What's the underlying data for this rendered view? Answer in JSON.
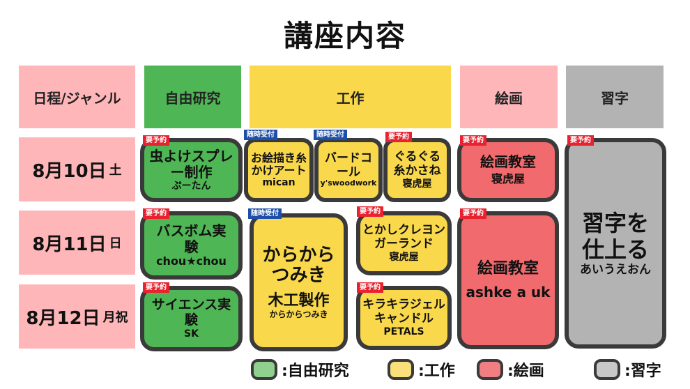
{
  "title": "講座内容",
  "headers": {
    "schedule": "日程/ジャンル",
    "free_research": "自由研究",
    "craft": "工作",
    "painting": "絵画",
    "calligraphy": "習字"
  },
  "rows": {
    "aug10": {
      "date": "8月10日",
      "dow": "土"
    },
    "aug11": {
      "date": "8月11日",
      "dow": "日"
    },
    "aug12": {
      "date": "8月12日",
      "dow": "月祝"
    }
  },
  "badges": {
    "reserve": "要予約",
    "walkin": "随時受付"
  },
  "classes": {
    "bug_spray": {
      "title": "虫よけスプレー制作",
      "sub": "ぷーたん"
    },
    "ehon": {
      "title": "お絵描き糸かけアート",
      "sub": "mican"
    },
    "birdcall": {
      "title": "バードコール",
      "sub": "y'swoodwork"
    },
    "guruguru": {
      "title": "ぐるぐる糸かさね",
      "sub": "寝虎屋"
    },
    "paint1": {
      "title": "絵画教室",
      "sub": "寝虎屋"
    },
    "shuji": {
      "title": "習字を仕上る",
      "sub": "あいうえおん"
    },
    "bathbomb": {
      "title": "バスボム実験",
      "sub": "chou★chou"
    },
    "karakara": {
      "title1": "からから",
      "title2": "つみき",
      "title3": "木工製作",
      "sub": "からからつみき"
    },
    "crayon": {
      "title": "とかしクレヨンガーランド",
      "sub": "寝虎屋"
    },
    "paint2": {
      "title": "絵画教室",
      "sub": "ashke a uk"
    },
    "science": {
      "title": "サイエンス実験",
      "sub": "SK"
    },
    "candle": {
      "title": "キラキラジェルキャンドル",
      "sub": "PETALS"
    }
  },
  "legend": {
    "free_research": ":自由研究",
    "craft": ":工作",
    "painting": ":絵画",
    "calligraphy": ":習字"
  },
  "colors": {
    "free_research": "#4fb655",
    "craft": "#f9d84b",
    "painting": "#f16a6e",
    "calligraphy": "#b3b3b3",
    "header_pink": "#ffb6b9",
    "reserve_badge": "#e8222e",
    "walkin_badge": "#1d4fa8"
  }
}
